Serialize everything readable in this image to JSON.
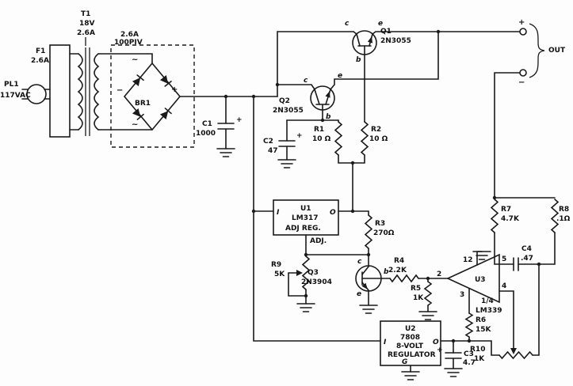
{
  "components": {
    "pl1": {
      "ref": "PL1",
      "value": "117VAC"
    },
    "f1": {
      "ref": "F1",
      "value": "2.6A"
    },
    "t1": {
      "ref": "T1",
      "voltage": "18V",
      "current": "2.6A"
    },
    "br1": {
      "ref": "BR1",
      "rating_current": "2.6A",
      "rating_piv": "100PIV",
      "plus": "+",
      "minus": "−",
      "ac_top": "~",
      "ac_bottom": "~"
    },
    "c1": {
      "ref": "C1",
      "value": "1000",
      "plus": "+"
    },
    "c2": {
      "ref": "C2",
      "value": "47",
      "plus": "+"
    },
    "c3": {
      "ref": "C3",
      "value": "4.7",
      "plus": "+"
    },
    "c4": {
      "ref": "C4",
      "value": ".47"
    },
    "q1": {
      "ref": "Q1",
      "value": "2N3055",
      "c": "c",
      "b": "b",
      "e": "e"
    },
    "q2": {
      "ref": "Q2",
      "value": "2N3055",
      "c": "c",
      "b": "b",
      "e": "e"
    },
    "q3": {
      "ref": "Q3",
      "value": "2N3904",
      "c": "c",
      "b": "b",
      "e": "e"
    },
    "r1": {
      "ref": "R1",
      "value": "10 Ω"
    },
    "r2": {
      "ref": "R2",
      "value": "10 Ω"
    },
    "r3": {
      "ref": "R3",
      "value": "270Ω"
    },
    "r4": {
      "ref": "R4",
      "value": "2.2K"
    },
    "r5": {
      "ref": "R5",
      "value": "1K"
    },
    "r6": {
      "ref": "R6",
      "value": "15K"
    },
    "r7": {
      "ref": "R7",
      "value": "4.7K"
    },
    "r8": {
      "ref": "R8",
      "value": ".1Ω"
    },
    "r9": {
      "ref": "R9",
      "value": "5K"
    },
    "r10": {
      "ref": "R10",
      "value": "1K"
    },
    "u1": {
      "ref": "U1",
      "part": "LM317",
      "descr": "ADJ REG.",
      "pin_in": "I",
      "pin_out": "O",
      "pin_adj": "ADJ."
    },
    "u2": {
      "ref": "U2",
      "part": "7808",
      "descr1": "8-VOLT",
      "descr2": "REGULATOR",
      "pin_in": "I",
      "pin_out": "O",
      "pin_gnd": "G"
    },
    "u3": {
      "ref": "U3",
      "fraction": "1/4",
      "part": "LM339",
      "pin_output": "2",
      "pin_in_plus": "5",
      "pin_in_minus": "4",
      "pin_supply": "3",
      "pin_ground": "12"
    },
    "out": {
      "label": "OUT",
      "plus": "+",
      "minus": "−"
    }
  }
}
